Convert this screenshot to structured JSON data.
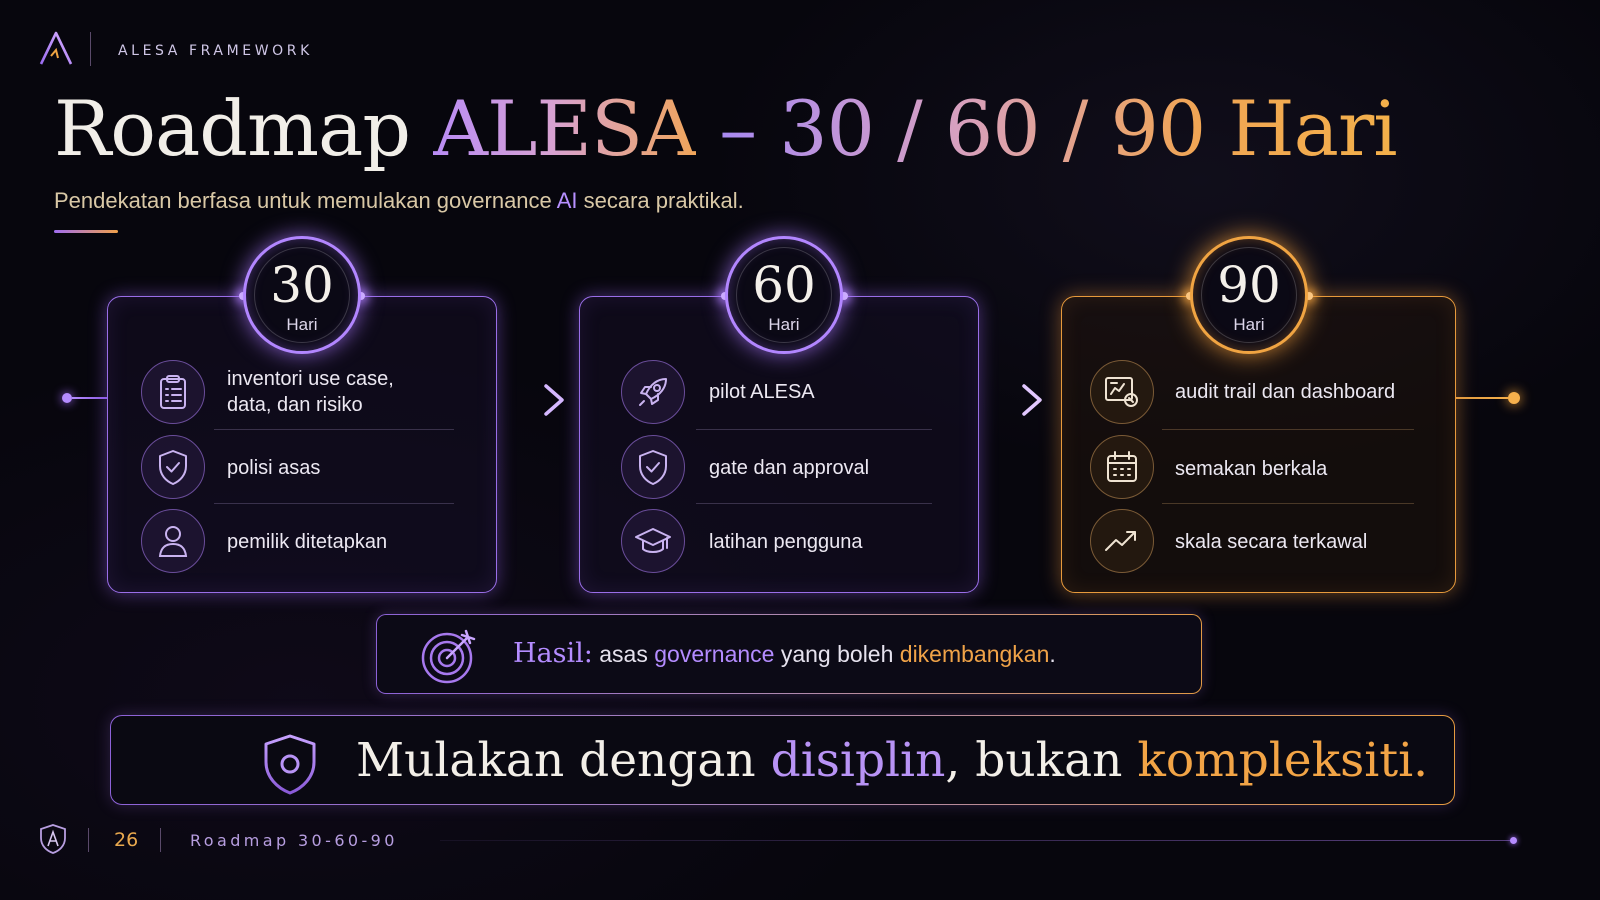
{
  "header": {
    "brand": "ALESA FRAMEWORK",
    "title_part1": "Roadmap",
    "title_part2": "ALESA",
    "title_part3": "– 30 / 60 / 90 Hari",
    "subtitle_pre": "Pendekatan berfasa untuk memulakan governance",
    "subtitle_ai": "AI",
    "subtitle_post": "secara praktikal."
  },
  "phases": [
    {
      "number": "30",
      "unit": "Hari",
      "theme": "purple",
      "items": [
        {
          "icon": "clipboard-checklist-icon",
          "text_line1": "inventori use case,",
          "text_line2": "data, dan risiko"
        },
        {
          "icon": "shield-check-icon",
          "text_line1": "polisi asas"
        },
        {
          "icon": "user-icon",
          "text_line1": "pemilik ditetapkan"
        }
      ]
    },
    {
      "number": "60",
      "unit": "Hari",
      "theme": "purple",
      "items": [
        {
          "icon": "rocket-icon",
          "text_line1": "pilot ALESA"
        },
        {
          "icon": "shield-check-icon",
          "text_line1": "gate dan approval"
        },
        {
          "icon": "graduation-cap-icon",
          "text_line1": "latihan pengguna"
        }
      ]
    },
    {
      "number": "90",
      "unit": "Hari",
      "theme": "orange",
      "items": [
        {
          "icon": "audit-dashboard-icon",
          "text_line1": "audit trail dan dashboard"
        },
        {
          "icon": "calendar-icon",
          "text_line1": "semakan berkala"
        },
        {
          "icon": "trend-up-icon",
          "text_line1": "skala secara terkawal"
        }
      ]
    }
  ],
  "result": {
    "label": "Hasil:",
    "text_pre": "asas",
    "text_governance": "governance",
    "text_mid": "yang boleh",
    "text_dikembangkan": "dikembangkan",
    "text_end": "."
  },
  "motto": {
    "part1": "Mulakan dengan",
    "part2": "disiplin",
    "part3": ", bukan",
    "part4": "kompleksiti."
  },
  "footer": {
    "page_number": "26",
    "section": "Roadmap 30-60-90"
  },
  "colors": {
    "purple_accent": "#b286ff",
    "orange_accent": "#f0a442",
    "background": "#07060d",
    "subtitle": "#d9c8a6"
  }
}
